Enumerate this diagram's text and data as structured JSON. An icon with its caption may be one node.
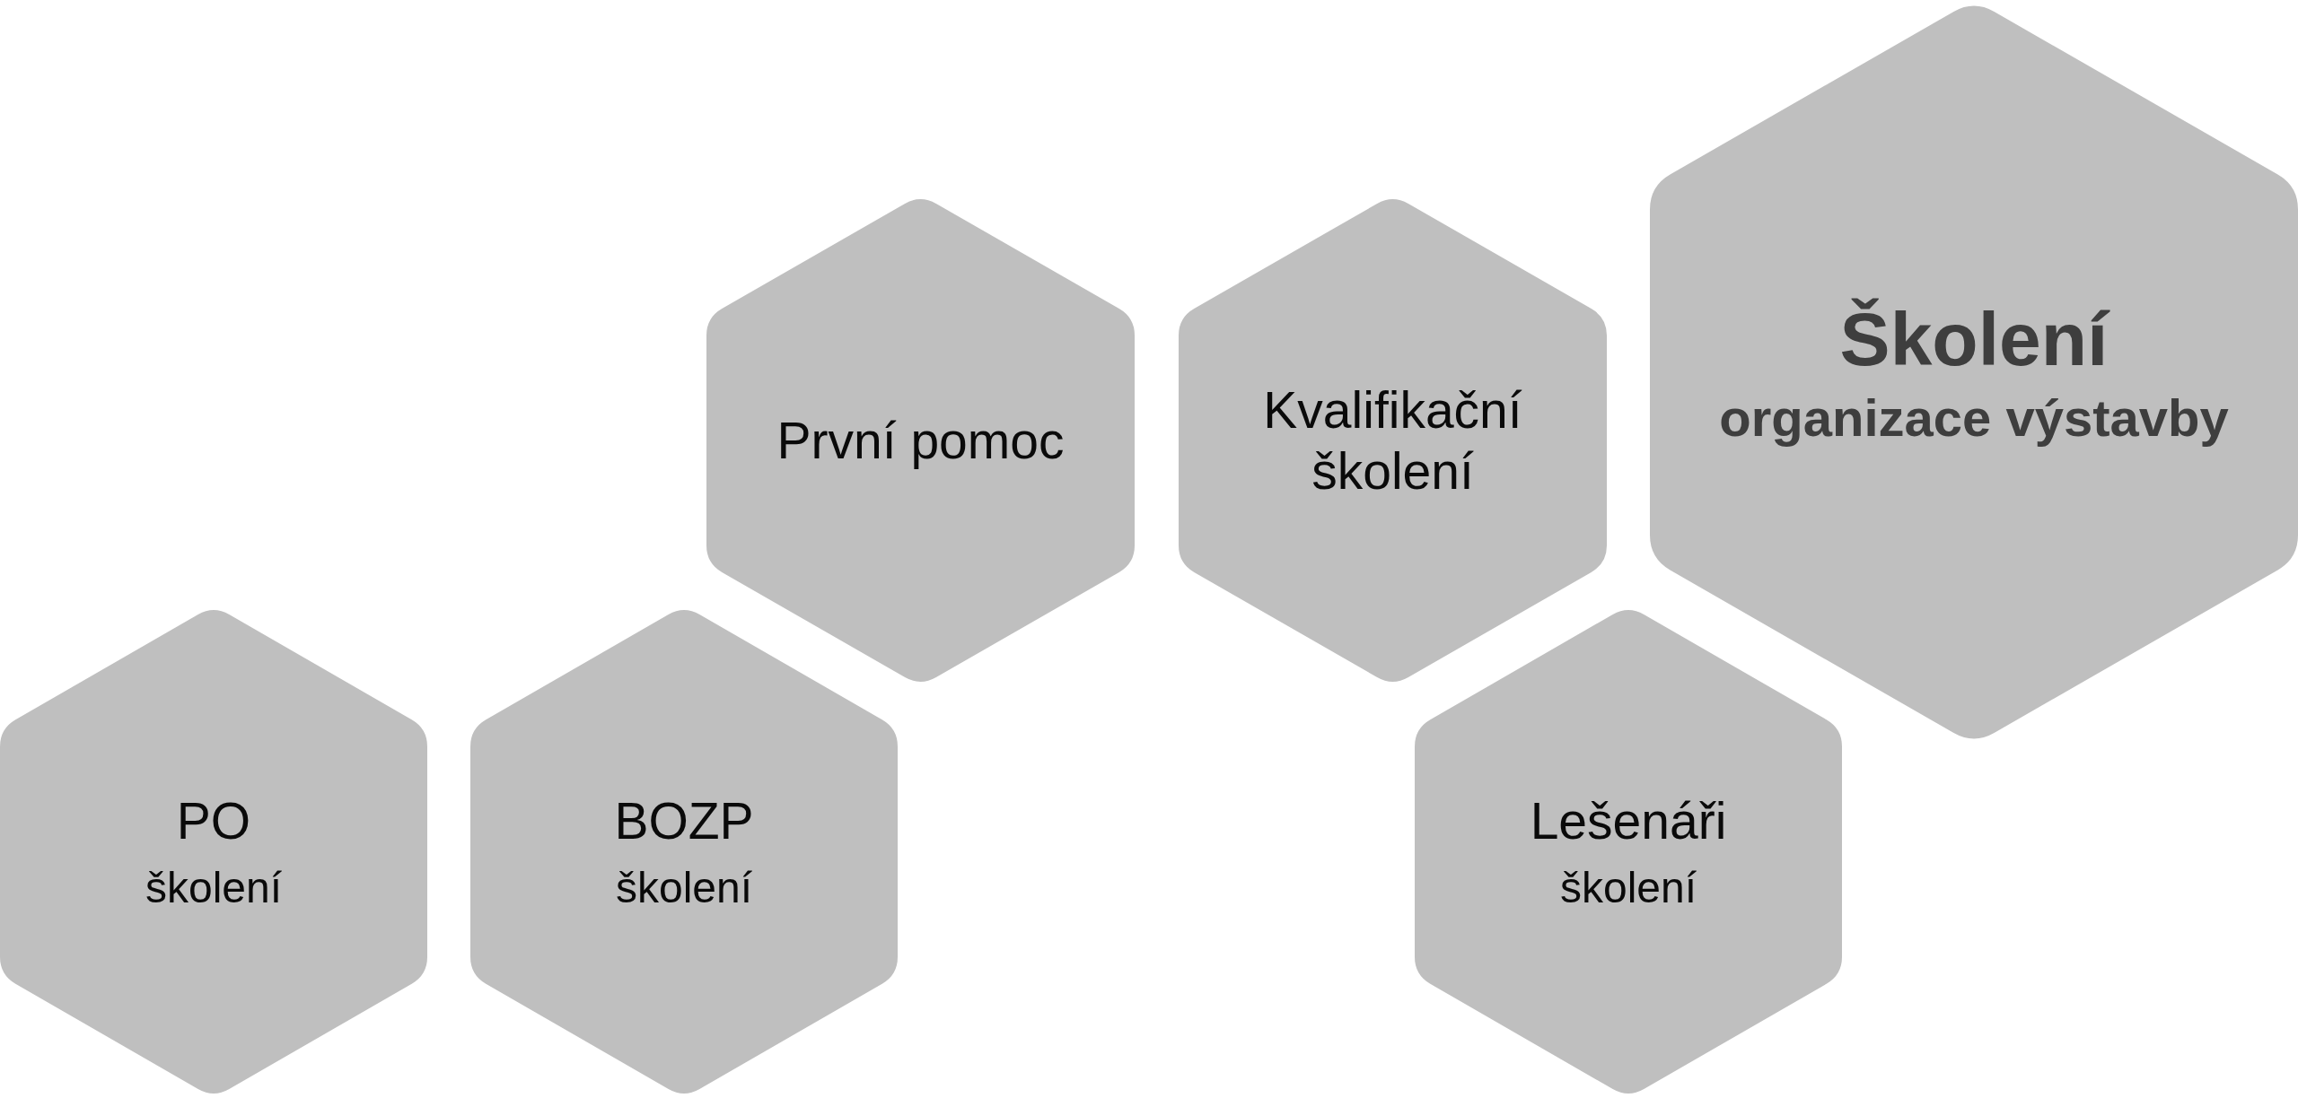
{
  "diagram": {
    "nodes": [
      {
        "text": [
          "Školení",
          "organizace výstavby"
        ]
      },
      {
        "text": [
          "První pomoc"
        ]
      },
      {
        "text": [
          "Kvalifikační školení"
        ]
      },
      {
        "text": [
          "PO",
          "školení"
        ]
      },
      {
        "text": [
          "BOZP",
          "školení"
        ]
      },
      {
        "text": [
          "Lešenáři",
          "školení"
        ]
      }
    ]
  }
}
